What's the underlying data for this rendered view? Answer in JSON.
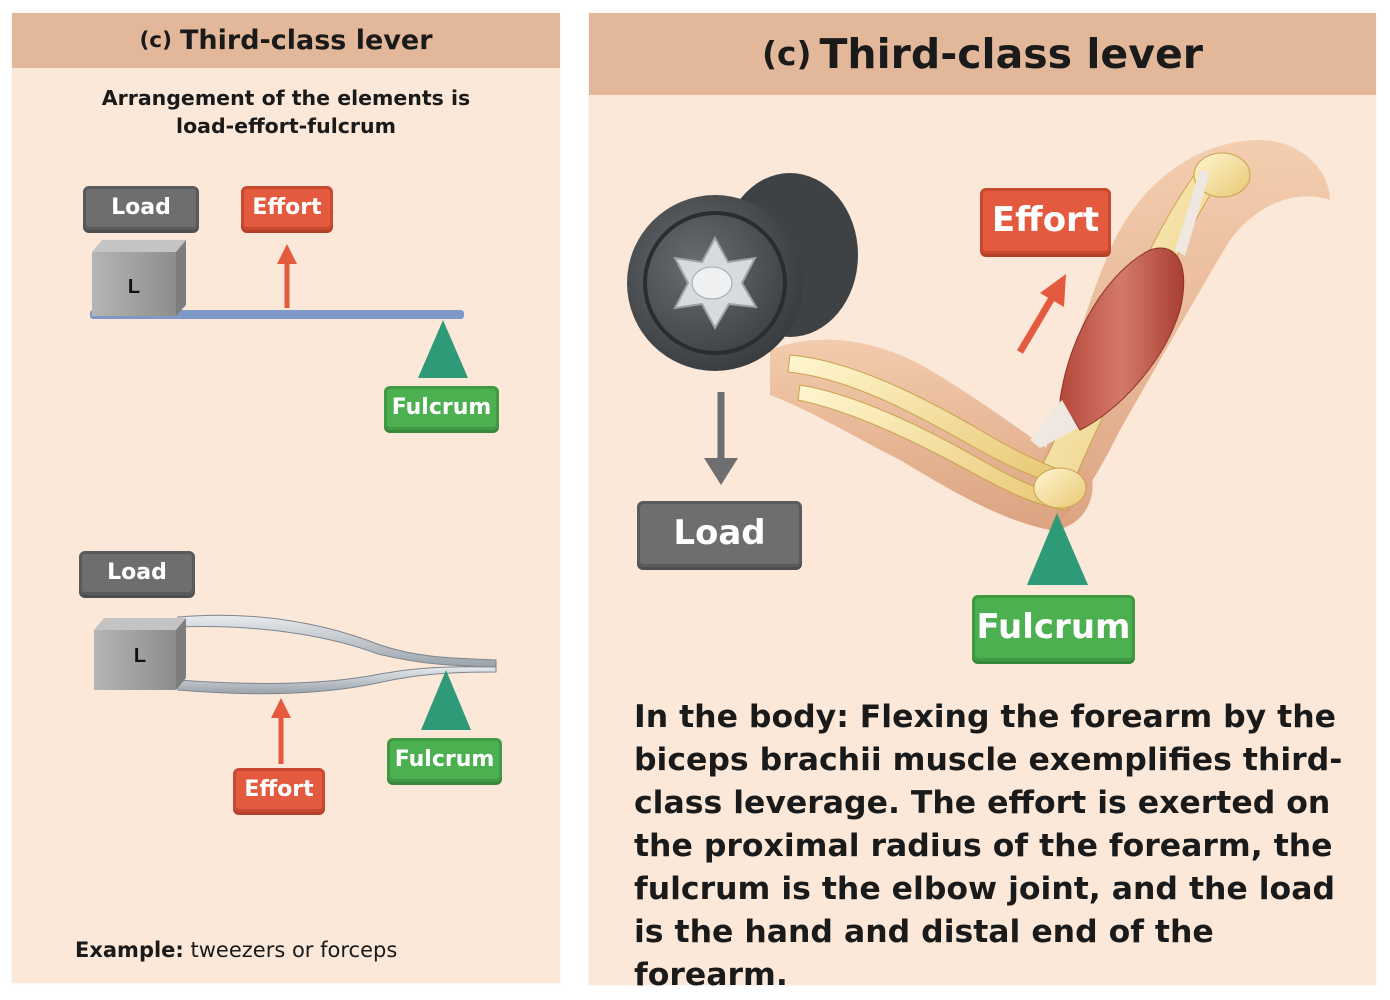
{
  "left_panel": {
    "header_prefix": "(c)",
    "header_title": "Third-class lever",
    "arrangement_line1": "Arrangement of the elements is",
    "arrangement_line2": "load-effort-fulcrum",
    "top_diagram": {
      "load_label": "Load",
      "effort_label": "Effort",
      "fulcrum_label": "Fulcrum",
      "block_letter": "L"
    },
    "bottom_diagram": {
      "load_label": "Load",
      "effort_label": "Effort",
      "fulcrum_label": "Fulcrum",
      "block_letter": "L"
    },
    "example_lead": "Example:",
    "example_text": "tweezers or forceps"
  },
  "right_panel": {
    "header_prefix": "(c)",
    "header_title": "Third-class lever",
    "effort_label": "Effort",
    "load_label": "Load",
    "fulcrum_label": "Fulcrum",
    "body_lead": "In the body:",
    "body_text": "Flexing the forearm by the biceps brachii muscle exemplifies third-class leverage. The effort is exerted on the proximal radius of the forearm, the fulcrum is the elbow joint, and the load is the hand and distal end of the forearm."
  },
  "colors": {
    "panel_bg": "#fbe8d9",
    "header_bg": "#e3b89a",
    "load": "#6e6e70",
    "effort": "#e45a3f",
    "fulcrum": "#4cb050",
    "fulcrum_triangle": "#2e9a78",
    "lever_bar": "#7e98c8"
  }
}
